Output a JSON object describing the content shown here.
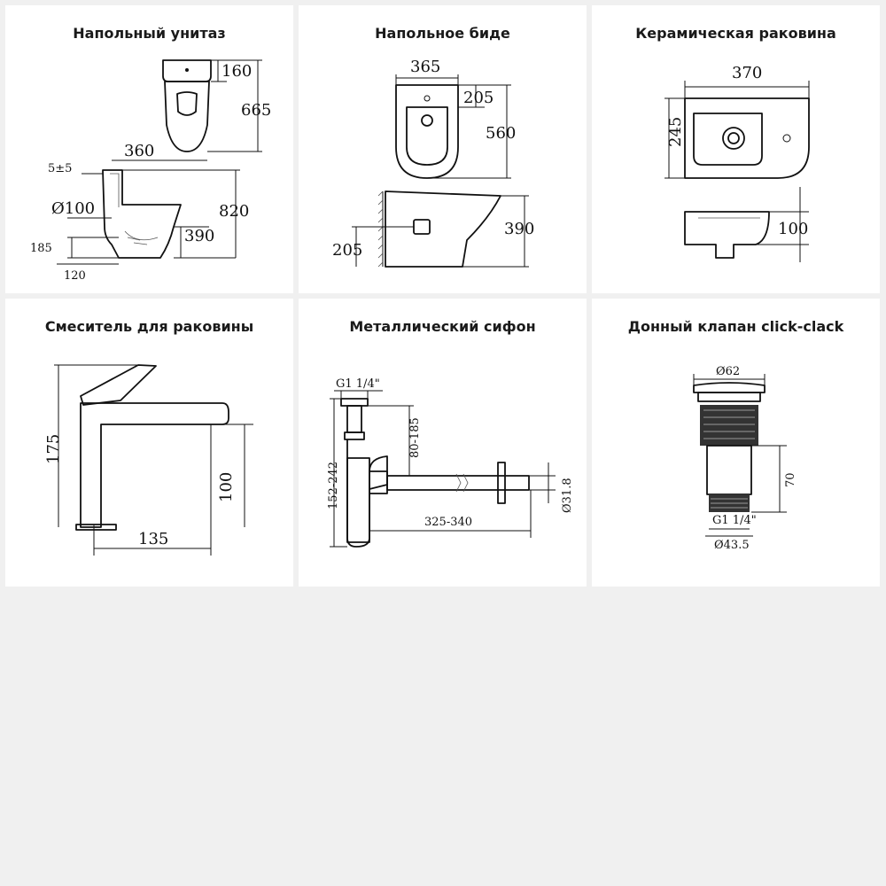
{
  "panels": [
    {
      "title": "Напольный унитаз",
      "dims": {
        "d160": "160",
        "d665": "665",
        "d360": "360",
        "d5": "5±5",
        "d100": "Ø100",
        "d820": "820",
        "d390": "390",
        "d185": "185",
        "d120": "120"
      }
    },
    {
      "title": "Напольное биде",
      "dims": {
        "d365": "365",
        "d205a": "205",
        "d560": "560",
        "d390": "390",
        "d205b": "205"
      }
    },
    {
      "title": "Керамическая раковина",
      "dims": {
        "d370": "370",
        "d245": "245",
        "d100": "100"
      }
    },
    {
      "title": "Смеситель для раковины",
      "dims": {
        "d175": "175",
        "d100": "100",
        "d135": "135"
      }
    },
    {
      "title": "Металлический сифон",
      "dims": {
        "g": "G1 1/4\"",
        "d80": "80-185",
        "d152": "152-242",
        "d31": "Ø31.8",
        "d325": "325-340"
      }
    },
    {
      "title": "Донный клапан click-clack",
      "dims": {
        "d62": "Ø62",
        "d70": "70",
        "g": "G1 1/4\"",
        "d43": "Ø43.5"
      }
    }
  ]
}
